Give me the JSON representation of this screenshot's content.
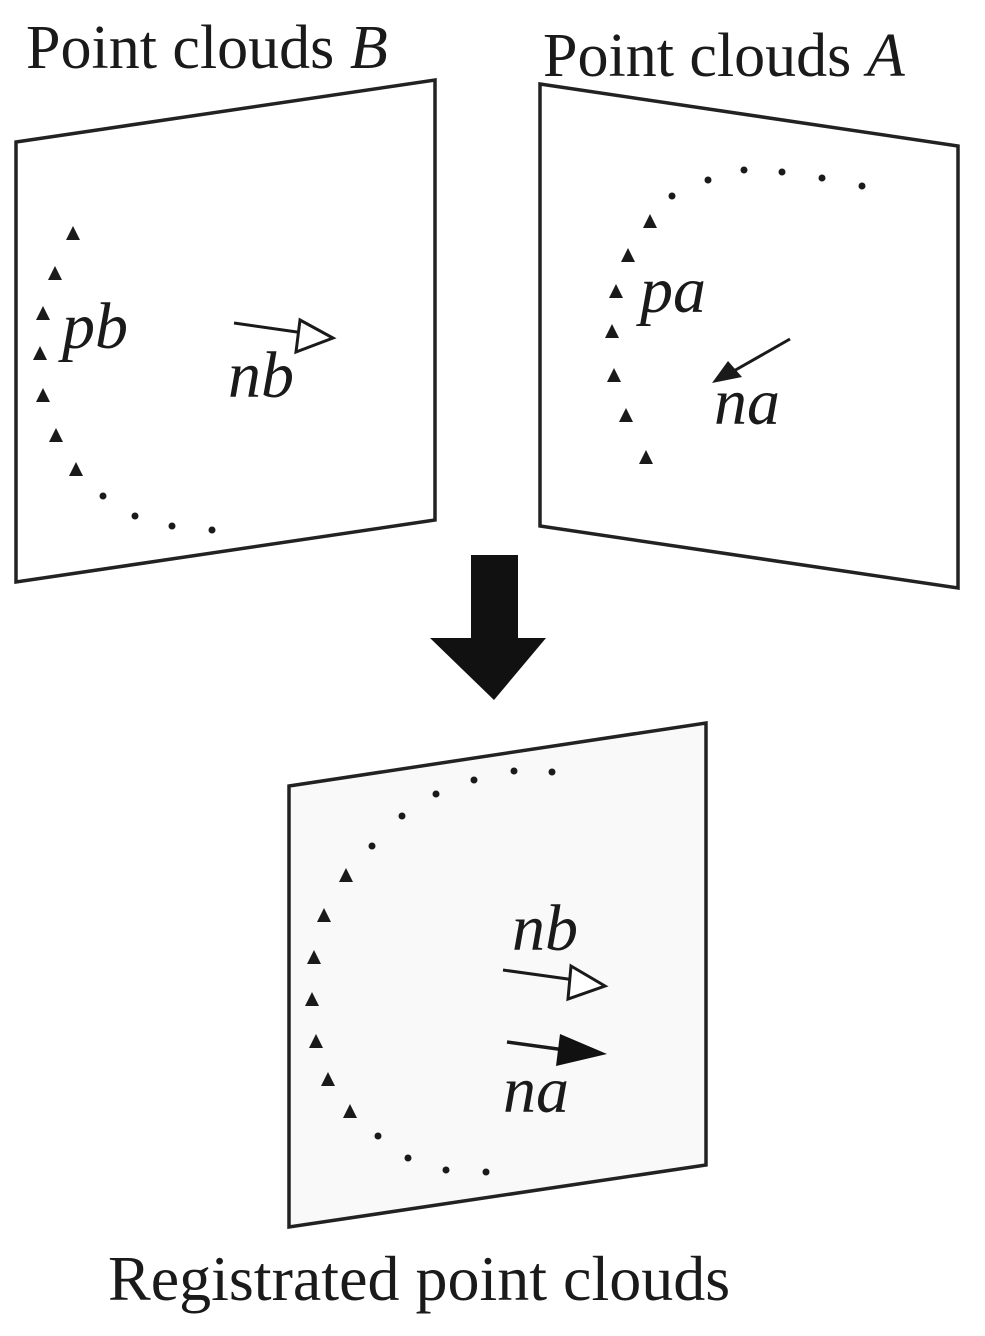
{
  "titles": {
    "cloud_b_prefix": "Point clouds ",
    "cloud_b_var": "B",
    "cloud_a_prefix": "Point clouds ",
    "cloud_a_var": "A",
    "result": "Registrated point clouds"
  },
  "labels": {
    "pb": "pb",
    "nb": "nb",
    "pa": "pa",
    "na": "na"
  },
  "colors": {
    "ink": "#1a1a1a",
    "background": "#ffffff"
  },
  "icons": {
    "transform_arrow": "down-arrow-icon",
    "normal_b": "hollow-arrowhead-icon",
    "normal_a": "solid-arrowhead-icon"
  }
}
